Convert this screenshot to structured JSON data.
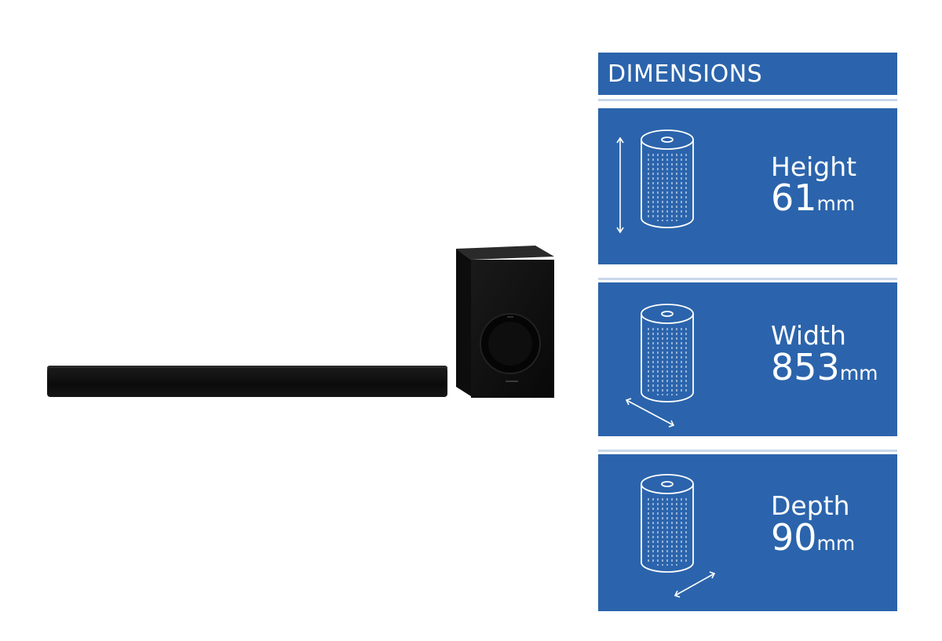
{
  "dimensions": {
    "header": "DIMENSIONS",
    "height": {
      "label": "Height",
      "value": "61",
      "unit": "mm"
    },
    "width": {
      "label": "Width",
      "value": "853",
      "unit": "mm"
    },
    "depth": {
      "label": "Depth",
      "value": "90",
      "unit": "mm"
    }
  },
  "colors": {
    "panel_blue": "#2b64ac",
    "rule_light": "#c9d7ea",
    "product_black": "#111111"
  },
  "icons": [
    "speaker-cylinder-icon",
    "vertical-arrow-icon",
    "diagonal-arrow-icon"
  ]
}
